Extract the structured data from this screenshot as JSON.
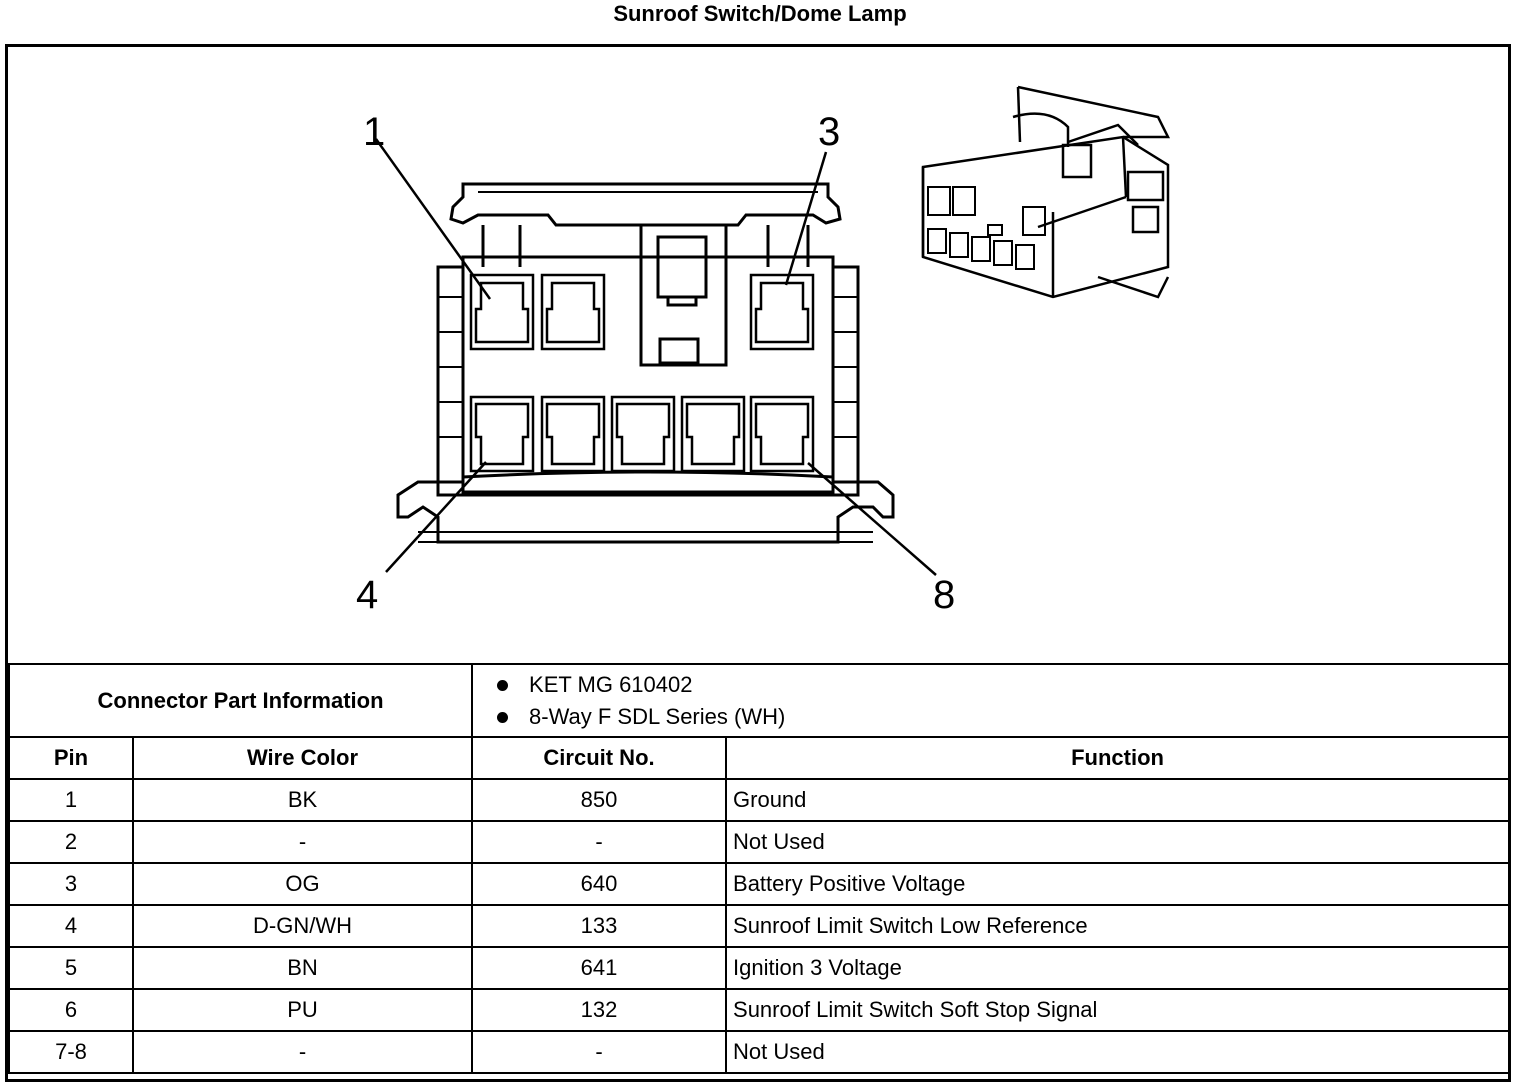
{
  "title": "Sunroof Switch/Dome Lamp",
  "callouts": {
    "pin1": "1",
    "pin3": "3",
    "pin4": "4",
    "pin8": "8"
  },
  "connector_info": {
    "label": "Connector Part Information",
    "items": [
      "KET MG 610402",
      "8-Way F SDL Series (WH)"
    ]
  },
  "table": {
    "headers": {
      "pin": "Pin",
      "wire_color": "Wire Color",
      "circuit": "Circuit No.",
      "function": "Function"
    },
    "rows": [
      {
        "pin": "1",
        "wire_color": "BK",
        "circuit": "850",
        "function": "Ground"
      },
      {
        "pin": "2",
        "wire_color": "-",
        "circuit": "-",
        "function": "Not Used"
      },
      {
        "pin": "3",
        "wire_color": "OG",
        "circuit": "640",
        "function": "Battery Positive Voltage"
      },
      {
        "pin": "4",
        "wire_color": "D-GN/WH",
        "circuit": "133",
        "function": "Sunroof Limit Switch Low Reference"
      },
      {
        "pin": "5",
        "wire_color": "BN",
        "circuit": "641",
        "function": "Ignition 3 Voltage"
      },
      {
        "pin": "6",
        "wire_color": "PU",
        "circuit": "132",
        "function": "Sunroof Limit Switch Soft Stop Signal"
      },
      {
        "pin": "7-8",
        "wire_color": "-",
        "circuit": "-",
        "function": "Not Used"
      }
    ]
  }
}
